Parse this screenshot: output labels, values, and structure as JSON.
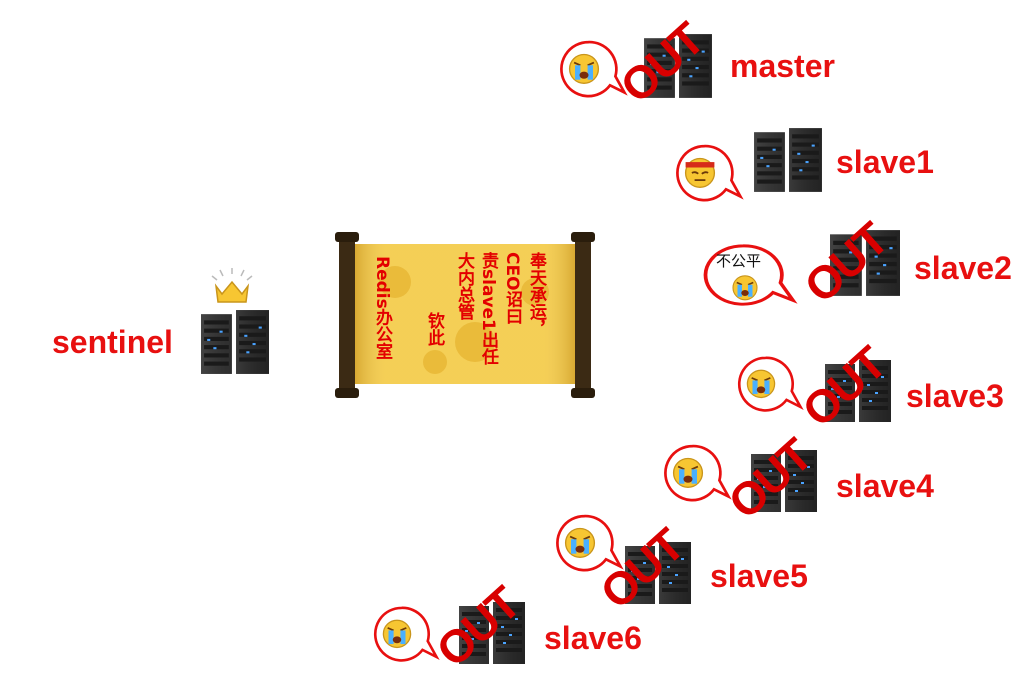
{
  "labels": {
    "master": "master",
    "slave1": "slave1",
    "slave2": "slave2",
    "slave3": "slave3",
    "slave4": "slave4",
    "slave5": "slave5",
    "slave6": "slave6",
    "sentinel": "sentinel"
  },
  "out_text": "OUT",
  "speech": {
    "unfair": "不公平"
  },
  "edict": {
    "col1": "奉天承运，",
    "col2": "CEO诏曰",
    "col3": "责slave1出任",
    "col4": "大内总管",
    "col5": "钦此",
    "col6": "Redis办公室"
  },
  "colors": {
    "accent": "#e81010",
    "scroll": "#f2c640",
    "server": "#2b2b2b"
  },
  "icons": [
    "server-icon",
    "crown-icon",
    "crying-face-icon",
    "ninja-face-icon",
    "speech-bubble-icon",
    "edict-scroll-icon"
  ]
}
